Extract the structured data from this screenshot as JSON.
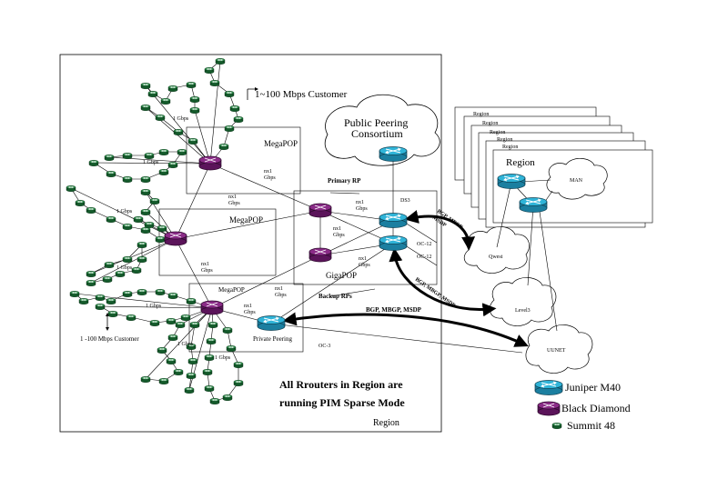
{
  "labels": {
    "customer_top": "1~100 Mbps  Customer",
    "customer_bottom": "1 -100 Mbps  Customer",
    "megapop_1": "MegaPOP",
    "megapop_2": "MegaPOP",
    "megapop_3": "MegaPOP",
    "gigapop": "GigaPOP",
    "primary_rp": "Primary RP",
    "backup_rps": "Backup RPs",
    "public_peering_line1": "Public Peering",
    "public_peering_line2": "Consortium",
    "private_peering": "Private Peering",
    "region_outer": "Region",
    "region_main": "Region",
    "man": "MAN",
    "qwest": "Qwest",
    "level3": "Level3",
    "uunet": "UUNET",
    "ds3": "DS3",
    "oc12_a": "OC-12",
    "oc12_b": "OC-12",
    "oc3": "OC-3",
    "bgp_private": "BGP, MBGP, MSDP",
    "bgp_qwest_l1": "BGP, MBGP,",
    "bgp_qwest_l2": "MSDP",
    "bgp_level3": "BGP, MBGP, MSDP",
    "gbps_1": "1 Gbps",
    "gbps_2": "1 Gbps",
    "gbps_3": "1 Gbps",
    "gbps_4": "1 Gbps",
    "gbps_5": "1 Gbps",
    "gbps_6": "1 Gbps",
    "gbps_7": "1 Gbps",
    "nx1": "nx1",
    "gbps": "Gbps",
    "note_line1": "All Rrouters in Region are",
    "note_line2": "running PIM Sparse Mode"
  },
  "region_stack": [
    "Region",
    "Region",
    "Region",
    "Region",
    "Region"
  ],
  "legend": {
    "juniper": "Juniper M40",
    "black_diamond": "Black Diamond",
    "summit": "Summit 48"
  },
  "colors": {
    "juniper": "#2aa6c8",
    "black_diamond": "#7a1e78",
    "summit": "#1f7a3c"
  }
}
